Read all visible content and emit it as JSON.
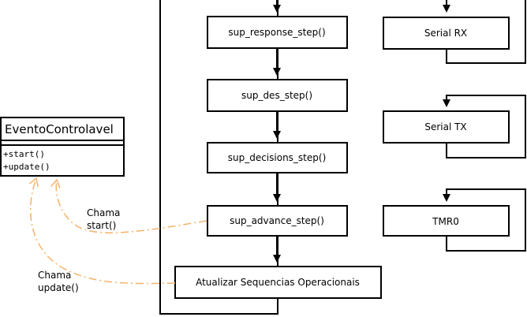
{
  "class_box": {
    "name": "EventoControlavel",
    "methods": [
      "+start()",
      "+update()"
    ]
  },
  "flow_steps": [
    "sup_response_step()",
    "sup_des_step()",
    "sup_decisions_step()",
    "sup_advance_step()",
    "Atualizar Sequencias Operacionais"
  ],
  "peripherals": [
    "Serial RX",
    "Serial TX",
    "TMR0"
  ],
  "call_labels": {
    "start": [
      "Chama",
      "start()"
    ],
    "update": [
      "Chama",
      "update()"
    ]
  },
  "colors": {
    "line": "#000000",
    "call_link": "#f5b36b"
  }
}
